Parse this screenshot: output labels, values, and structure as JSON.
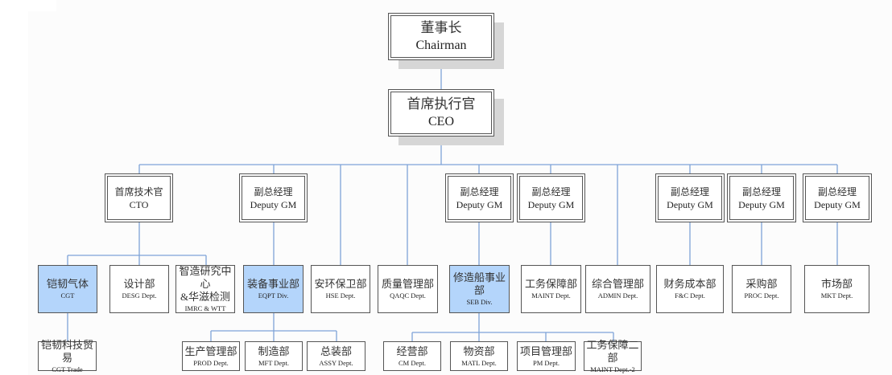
{
  "chairman": {
    "zh": "董事长",
    "en": "Chairman"
  },
  "ceo": {
    "zh": "首席执行官",
    "en": "CEO"
  },
  "level2": [
    {
      "id": "cto",
      "zh": "首席技术官",
      "en": "CTO"
    },
    {
      "id": "dgm1",
      "zh": "副总经理",
      "en": "Deputy GM"
    },
    {
      "id": "dgm2",
      "zh": "副总经理",
      "en": "Deputy GM"
    },
    {
      "id": "dgm3",
      "zh": "副总经理",
      "en": "Deputy GM"
    },
    {
      "id": "dgm4",
      "zh": "副总经理",
      "en": "Deputy GM"
    },
    {
      "id": "dgm5",
      "zh": "副总经理",
      "en": "Deputy GM"
    },
    {
      "id": "dgm6",
      "zh": "副总经理",
      "en": "Deputy GM"
    }
  ],
  "level3": [
    {
      "id": "cgt",
      "zh": "铠韧气体",
      "en": "CGT",
      "highlight": true
    },
    {
      "id": "desg",
      "zh": "设计部",
      "en": "DESG Dept."
    },
    {
      "id": "imrc",
      "zh": "智造研究中心",
      "zh2": "&华滋检测",
      "en": "IMRC & WTT"
    },
    {
      "id": "eqpt",
      "zh": "装备事业部",
      "en": "EQPT Div.",
      "highlight": true
    },
    {
      "id": "hse",
      "zh": "安环保卫部",
      "en": "HSE Dept."
    },
    {
      "id": "qaqc",
      "zh": "质量管理部",
      "en": "QAQC Dept."
    },
    {
      "id": "seb",
      "zh": "修造船事业部",
      "en": "SEB Div.",
      "highlight": true
    },
    {
      "id": "maint",
      "zh": "工务保障部",
      "en": "MAINT Dept."
    },
    {
      "id": "admin",
      "zh": "综合管理部",
      "en": "ADMIN Dept."
    },
    {
      "id": "fc",
      "zh": "财务成本部",
      "en": "F&C Dept."
    },
    {
      "id": "proc",
      "zh": "采购部",
      "en": "PROC  Dept."
    },
    {
      "id": "mkt",
      "zh": "市场部",
      "en": "MKT Dept."
    }
  ],
  "level4": [
    {
      "id": "cgttrade",
      "zh": "铠韧科技贸易",
      "en": "CGT Trade"
    },
    {
      "id": "prod",
      "zh": "生产管理部",
      "en": "PROD  Dept."
    },
    {
      "id": "mft",
      "zh": "制造部",
      "en": "MFT Dept."
    },
    {
      "id": "assy",
      "zh": "总装部",
      "en": "ASSY Dept."
    },
    {
      "id": "cm",
      "zh": "经营部",
      "en": "CM Dept."
    },
    {
      "id": "matl",
      "zh": "物资部",
      "en": "MATL Dept."
    },
    {
      "id": "pm",
      "zh": "项目管理部",
      "en": "PM Dept."
    },
    {
      "id": "maint2",
      "zh": "工务保障二部",
      "en": "MAINT Dept.-2"
    }
  ],
  "colors": {
    "line": "#7ea3d8",
    "highlight": "#b4d5fb",
    "border": "#555555",
    "shadow": "#d6d6d6"
  }
}
